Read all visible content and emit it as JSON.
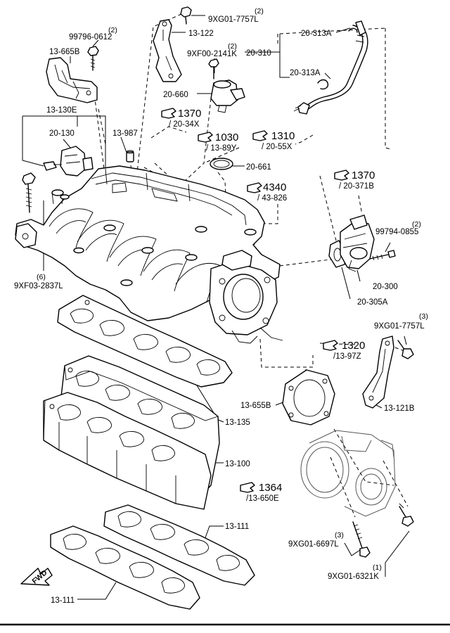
{
  "diagram": {
    "labels": {
      "p_9xg01_7757l_top": "9XG01-7757L",
      "q_9xg01_7757l_top": "(2)",
      "p_13_122": "13-122",
      "p_99796_0612": "99796-0612",
      "q_99796_0612": "(2)",
      "p_13_665b": "13-665B",
      "p_9xf00_2141k": "9XF00-2141K",
      "q_9xf00_2141k": "(2)",
      "p_20_313a_top": "20-313A",
      "p_20_310": "20-310",
      "p_20_313a_bot": "20-313A",
      "p_20_660": "20-660",
      "p_13_130e": "13-130E",
      "p_20_130": "20-130",
      "p_13_987": "13-987",
      "p_20_661": "20-661",
      "p_9xf03_2837l": "9XF03-2837L",
      "q_9xf03_2837l": "(6)",
      "p_99794_0855": "99794-0855",
      "q_99794_0855": "(2)",
      "p_20_300": "20-300",
      "p_20_305a": "20-305A",
      "p_9xg01_7757l_mid": "9XG01-7757L",
      "q_9xg01_7757l_mid": "(3)",
      "p_13_655b": "13-655B",
      "p_13_121b": "13-121B",
      "p_13_135": "13-135",
      "p_13_100": "13-100",
      "p_13_111_top": "13-111",
      "p_13_111_bot": "13-111",
      "p_9xg01_6697l": "9XG01-6697L",
      "q_9xg01_6697l": "(3)",
      "p_9xg01_6321k": "9XG01-6321K",
      "q_9xg01_6321k": "(1)"
    },
    "refs": [
      {
        "id": "ref-1370-a",
        "num": "1370",
        "sub": "/ 20-34X"
      },
      {
        "id": "ref-1030",
        "num": "1030",
        "sub": "/ 13-89Y"
      },
      {
        "id": "ref-1310",
        "num": "1310",
        "sub": "/ 20-55X"
      },
      {
        "id": "ref-4340",
        "num": "4340",
        "sub": "/ 43-826"
      },
      {
        "id": "ref-1370-b",
        "num": "1370",
        "sub": "/ 20-371B"
      },
      {
        "id": "ref-1320",
        "num": "1320",
        "sub": "/13-97Z"
      },
      {
        "id": "ref-1364",
        "num": "1364",
        "sub": "/13-650E"
      }
    ],
    "fwd_label": "FWD"
  }
}
